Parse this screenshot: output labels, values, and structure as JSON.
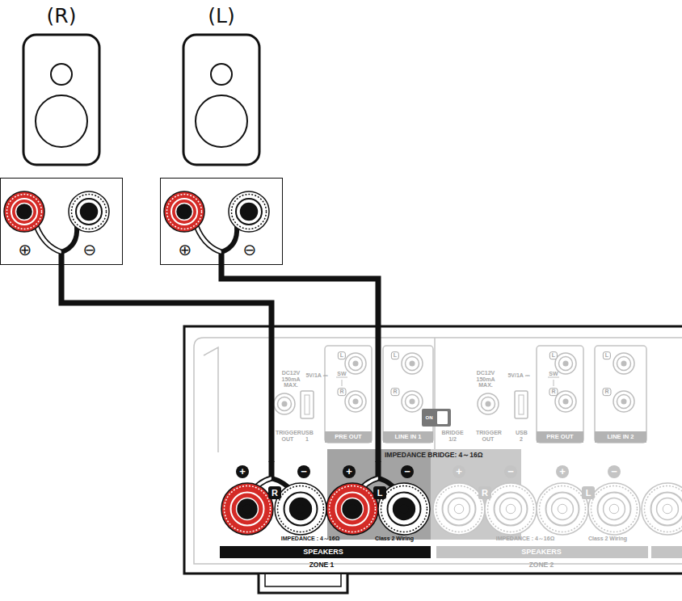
{
  "diagram": {
    "nodes": [
      {
        "text": [
          "(R)"
        ]
      },
      {
        "text": [
          "(L)"
        ]
      },
      {
        "text": [
          "⊕",
          "⊖"
        ]
      },
      {
        "text": [
          "⊕",
          "⊖"
        ]
      },
      {
        "text": [
          "+",
          "R",
          "−"
        ]
      },
      {
        "text": [
          "+",
          "L",
          "−"
        ]
      }
    ],
    "edges": [
      {
        "from": 2,
        "to": 4,
        "arrow": "none"
      },
      {
        "from": 3,
        "to": 5,
        "arrow": "none"
      }
    ],
    "labels": [
      "DC12V 150mA MAX.",
      "5V/1A ⎓",
      "TRIGGER OUT",
      "USB 1",
      "L",
      "SW",
      "R",
      "PRE OUT",
      "L",
      "R",
      "LINE IN 1",
      "ON",
      "BRIDGE 1/2",
      "DC12V 150mA MAX.",
      "5V/1A ⎓",
      "TRIGGER OUT",
      "USB 2",
      "L",
      "SW",
      "R",
      "PRE OUT",
      "L",
      "R",
      "LINE IN 2",
      "IMPEDANCE BRIDGE: 4～16Ω",
      "+",
      "R",
      "−",
      "+",
      "L",
      "−",
      "IMPEDANCE : 4～16Ω",
      "Class 2 Wiring",
      "SPEAKERS",
      "ZONE 1",
      "IMPEDANCE : 4～16Ω",
      "Class 2 Wiring",
      "SPEAKERS",
      "ZONE 2"
    ]
  }
}
